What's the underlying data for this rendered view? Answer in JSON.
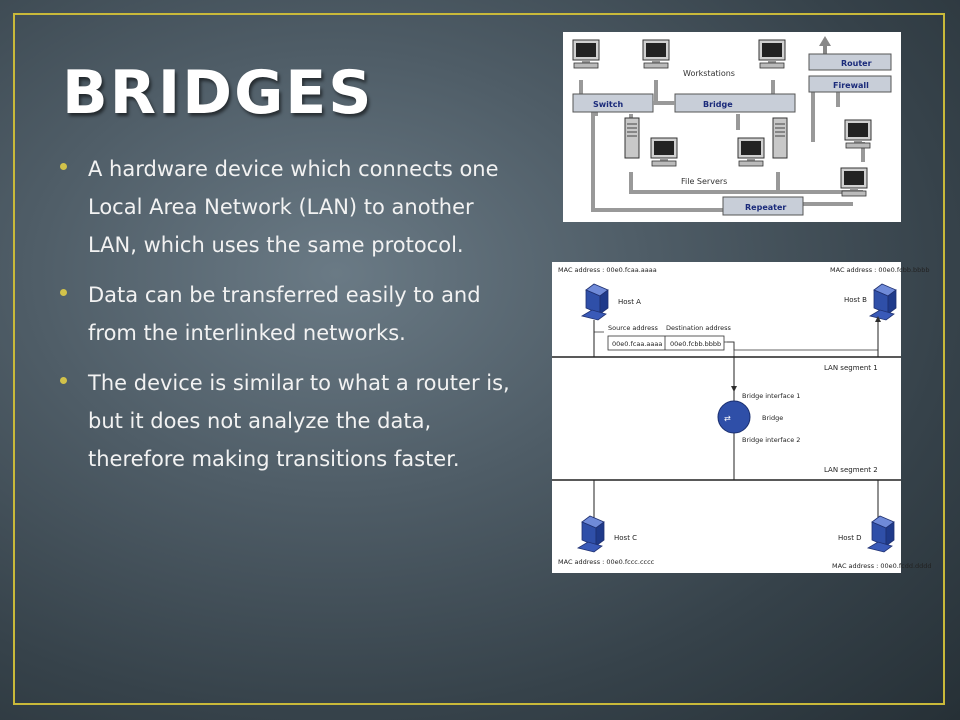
{
  "slide": {
    "title": "BRIDGES",
    "bullets": [
      "A hardware device which connects one Local Area Network (LAN) to another LAN, which uses the same protocol.",
      "Data can be transferred easily to and from the interlinked networks.",
      "The device is similar to what a router is, but it does not analyze the data, therefore making transitions faster."
    ]
  },
  "diagram1": {
    "workstations": "Workstations",
    "switch": "Switch",
    "bridge": "Bridge",
    "router": "Router",
    "firewall": "Firewall",
    "file_servers": "File Servers",
    "repeater": "Repeater"
  },
  "diagram2": {
    "mac_a": "MAC address : 00e0.fcaa.aaaa",
    "mac_b": "MAC address : 00e0.fcbb.bbbb",
    "mac_c": "MAC address : 00e0.fccc.cccc",
    "mac_d": "MAC address : 00e0.fcdd.dddd",
    "host_a": "Host A",
    "host_b": "Host B",
    "host_c": "Host C",
    "host_d": "Host D",
    "source_header": "Source address",
    "dest_header": "Destination address",
    "source_value": "00e0.fcaa.aaaa",
    "dest_value": "00e0.fcbb.bbbb",
    "lan1": "LAN segment 1",
    "lan2": "LAN segment 2",
    "bi1": "Bridge interface 1",
    "bi2": "Bridge interface 2",
    "bridge": "Bridge"
  },
  "colors": {
    "frame": "#c9b93a",
    "bullet": "#d2c24a",
    "host_blue": "#2f4fa8"
  }
}
